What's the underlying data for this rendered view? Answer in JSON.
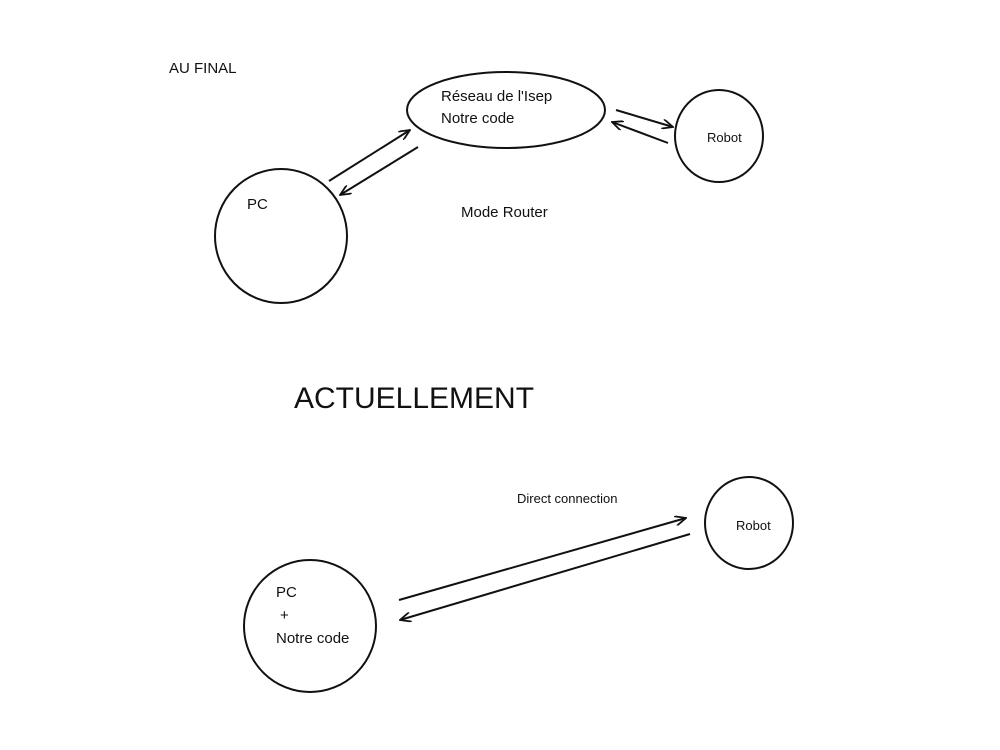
{
  "top_section": {
    "heading": "AU FINAL",
    "network_node": {
      "line1": "Réseau de l'Isep",
      "line2": "Notre code"
    },
    "pc_node": {
      "label": "PC"
    },
    "robot_node": {
      "label": "Robot"
    },
    "mode_label": "Mode Router"
  },
  "bottom_section": {
    "heading": "ACTUELLEMENT",
    "connection_label": "Direct connection",
    "pc_node": {
      "line1": "PC",
      "line2": "+",
      "line3": "Notre code"
    },
    "robot_node": {
      "label": "Robot"
    }
  },
  "colors": {
    "stroke": "#111111",
    "background": "#ffffff"
  }
}
